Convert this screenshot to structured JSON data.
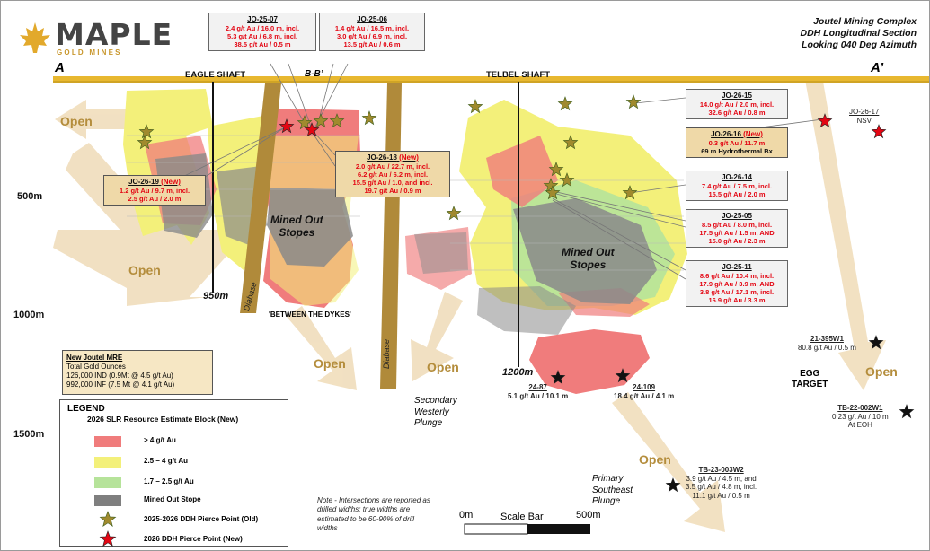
{
  "logo": {
    "name": "MAPLE",
    "sub": "GOLD MINES"
  },
  "title": {
    "line1": "Joutel Mining Complex",
    "line2": "DDH Longitudinal Section",
    "line3": "Looking 040 Deg Azimuth"
  },
  "section_ends": {
    "left": "A",
    "right": "A’",
    "mid": "B-B’"
  },
  "shafts": {
    "eagle": "EAGLE SHAFT",
    "telbel": "TELBEL SHAFT"
  },
  "depths": {
    "d500": "500m",
    "d1000": "1000m",
    "d1500": "1500m",
    "d950": "950m",
    "d1200": "1200m"
  },
  "labels": {
    "mined_out_1": "Mined Out\nStopes",
    "mined_out_2": "Mined Out\nStopes",
    "between_dykes": "'BETWEEN THE DYKES'",
    "diabase_1": "Diabase",
    "diabase_2": "Diabase",
    "secondary_plunge": "Secondary\nWesterly\nPlunge",
    "primary_plunge": "Primary\nSoutheast\nPlunge",
    "egg_target": "EGG\nTARGET"
  },
  "open_labels": [
    "Open",
    "Open",
    "Open",
    "Open",
    "Open",
    "Open"
  ],
  "callouts": {
    "jo2507": {
      "hole": "JO-25-07",
      "new": "",
      "lines": [
        [
          "2.4 g/t Au / 16.0 m, incl.",
          "r"
        ],
        [
          "5.3 g/t Au / 6.8 m, incl.",
          "r"
        ],
        [
          "38.5 g/t Au / 0.5 m",
          "r"
        ]
      ]
    },
    "jo2506": {
      "hole": "JO-25-06",
      "new": "",
      "lines": [
        [
          "1.4 g/t Au / 16.5 m, incl.",
          "r"
        ],
        [
          "3.0 g/t Au / 6.9 m, incl.",
          "r"
        ],
        [
          "13.5 g/t Au / 0.6 m",
          "r"
        ]
      ]
    },
    "jo2619": {
      "hole": "JO-26-19",
      "new": "(New)",
      "lines": [
        [
          "1.2 g/t Au / 9.7 m, incl.",
          "r"
        ],
        [
          "2.5 g/t Au / 2.0 m",
          "r"
        ]
      ]
    },
    "jo2618": {
      "hole": "JO-26-18",
      "new": "(New)",
      "lines": [
        [
          "2.0 g/t Au / 22.7 m, incl.",
          "r"
        ],
        [
          "6.2 g/t Au / 6.2 m, incl.",
          "r"
        ],
        [
          "15.5 g/t Au / 1.0, and incl.",
          "r"
        ],
        [
          "19.7 g/t Au / 0.9 m",
          "r"
        ]
      ]
    },
    "jo2615": {
      "hole": "JO-26-15",
      "new": "",
      "lines": [
        [
          "14.0 g/t Au / 2.0 m, incl.",
          "r"
        ],
        [
          "32.6 g/t Au / 0.8 m",
          "r"
        ]
      ]
    },
    "jo2616": {
      "hole": "JO-26-16",
      "new": "(New)",
      "lines": [
        [
          "0.3 g/t Au / 11.7 m",
          "r"
        ],
        [
          "69 m Hydrothermal Bx",
          "b"
        ]
      ]
    },
    "jo2614": {
      "hole": "JO-26-14",
      "new": "",
      "lines": [
        [
          "7.4 g/t Au / 7.5 m, incl.",
          "r"
        ],
        [
          "15.5 g/t Au / 2.0 m",
          "r"
        ]
      ]
    },
    "jo2505": {
      "hole": "JO-25-05",
      "new": "",
      "lines": [
        [
          "8.5 g/t Au / 8.0 m, incl.",
          "r"
        ],
        [
          "17.5 g/t Au / 1.5 m, AND",
          "r"
        ],
        [
          "15.0 g/t Au / 2.3 m",
          "r"
        ]
      ]
    },
    "jo2511": {
      "hole": "JO-25-11",
      "new": "",
      "lines": [
        [
          "8.6 g/t Au / 10.4 m, incl.",
          "r"
        ],
        [
          "17.9 g/t Au / 3.9 m, AND",
          "r"
        ],
        [
          "3.8 g/t Au / 17.1 m, incl.",
          "r"
        ],
        [
          "16.9 g/t Au / 3.3 m",
          "r"
        ]
      ]
    }
  },
  "plain_intercepts": {
    "jo2617": {
      "hole": "JO-26-17",
      "text": "NSV"
    },
    "h2187": {
      "hole": "24-87",
      "text": "5.1 g/t Au / 10.1 m"
    },
    "h24109": {
      "hole": "24-109",
      "text": "18.4 g/t Au / 4.1 m"
    },
    "h21395": {
      "hole": "21-395W1",
      "text": "80.8 g/t Au / 0.5 m"
    },
    "tb22": {
      "hole": "TB-22-002W1",
      "text": "0.23 g/t Au / 10 m",
      "text2": "At EOH"
    },
    "tb23": {
      "hole": "TB-23-003W2",
      "text": "3.9 g/t Au / 4.5 m, and",
      "text2": "3.5 g/t Au / 4.8 m, incl.",
      "text3": "11.1 g/t Au / 0.5 m"
    }
  },
  "mre": {
    "title": "New Joutel MRE",
    "sub": "Total Gold Ounces",
    "ind": "126,000 IND (0.9Mt @ 4.5 g/t Au)",
    "inf": "992,000 INF (7.5 Mt @ 4.1 g/t Au)"
  },
  "legend": {
    "title": "LEGEND",
    "subtitle": "2026 SLR Resource Estimate Block (New)",
    "items": [
      {
        "label": "> 4 g/t Au",
        "color": "#f07c7c"
      },
      {
        "label": "2.5 – 4 g/t Au",
        "color": "#f3f07a"
      },
      {
        "label": "1.7 – 2.5 g/t Au",
        "color": "#b6e39a"
      },
      {
        "label": "Mined Out Stope",
        "color": "#7f7f7f"
      },
      {
        "label": "2025-2026 DDH Pierce Point (Old)",
        "color": "#a08a2e"
      },
      {
        "label": "2026 DDH Pierce Point (New)",
        "color": "#e30613"
      }
    ]
  },
  "note": "Note - Intersections are reported as drilled widths; true widths are estimated to be 60-90% of drill widths",
  "scale_bar": {
    "left": "0m",
    "mid": "Scale Bar",
    "right": "500m"
  },
  "colors": {
    "gold": "#e8b830",
    "tan_arrow": "#f1dfbf",
    "diabase": "#b08a3a",
    "star_old": "#a08a2e",
    "star_new": "#e30613"
  }
}
